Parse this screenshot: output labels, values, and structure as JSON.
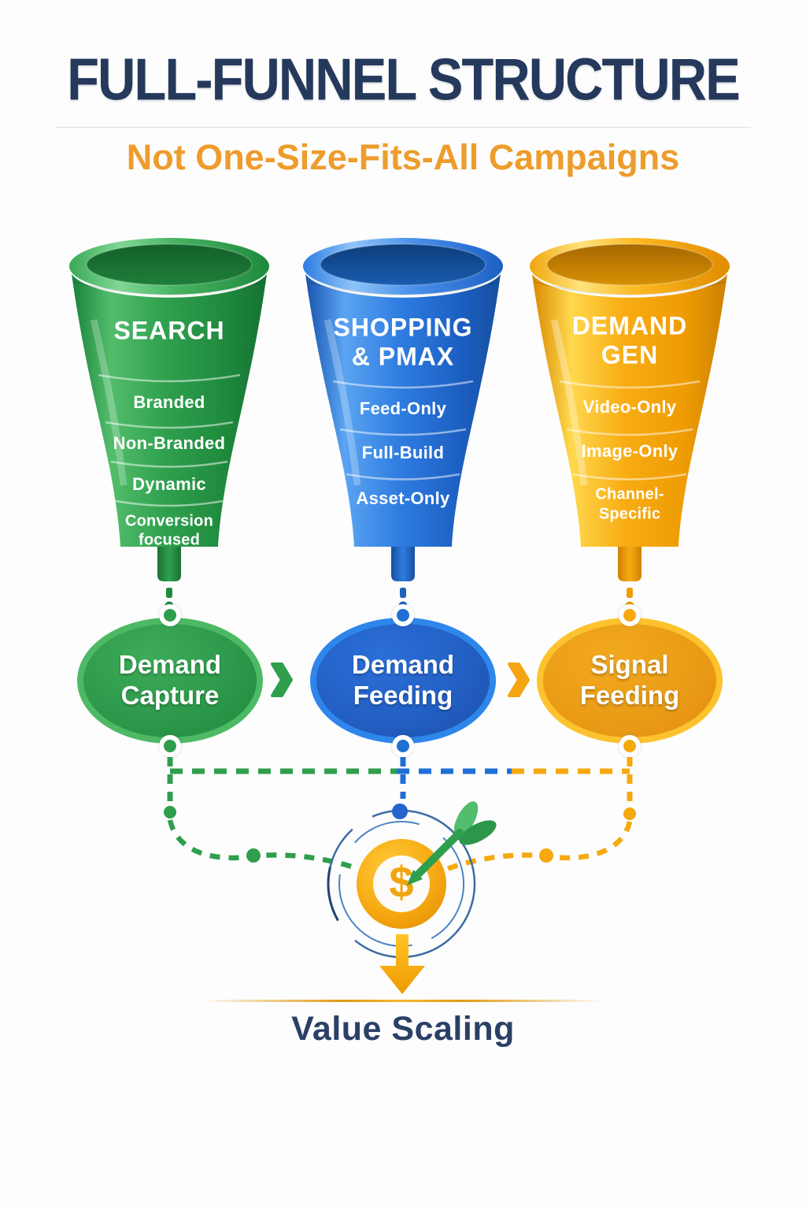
{
  "header": {
    "title": "FULL-FUNNEL STRUCTURE",
    "subtitle": "Not One-Size-Fits-All Campaigns"
  },
  "funnels": [
    {
      "name": "search",
      "title_lines": [
        "SEARCH"
      ],
      "items": [
        [
          "Branded"
        ],
        [
          "Non-Branded"
        ],
        [
          "Dynamic"
        ],
        [
          "Conversion",
          "focused"
        ]
      ],
      "color": "#2f9e4d"
    },
    {
      "name": "shopping-pmax",
      "title_lines": [
        "SHOPPING",
        "& PMAX"
      ],
      "items": [
        [
          "Feed-Only"
        ],
        [
          "Full-Build"
        ],
        [
          "Asset-Only"
        ]
      ],
      "color": "#2f7de0"
    },
    {
      "name": "demand-gen",
      "title_lines": [
        "DEMAND",
        "GEN"
      ],
      "items": [
        [
          "Video-Only"
        ],
        [
          "Image-Only"
        ],
        [
          "Channel-",
          "Specific"
        ]
      ],
      "color": "#f6a816"
    }
  ],
  "flow": {
    "stages": [
      {
        "label": "Demand Capture",
        "color": "#2f9e4d"
      },
      {
        "label": "Demand Feeding",
        "color": "#1f6fd4"
      },
      {
        "label": "Signal Feeding",
        "color": "#f09d1b"
      }
    ]
  },
  "target": {
    "symbol": "$"
  },
  "footer": {
    "label": "Value Scaling"
  },
  "icons": {
    "flow_arrow": "chevron-right-icon",
    "goal": "dollar-target-icon",
    "dart": "dart-icon",
    "down_arrow": "arrow-down-icon"
  },
  "colors": {
    "title_navy": "#24395c",
    "subtitle_orange": "#ee9c2c",
    "green": "#2f9e4d",
    "blue": "#1f6fd4",
    "orange": "#f5a90f"
  }
}
